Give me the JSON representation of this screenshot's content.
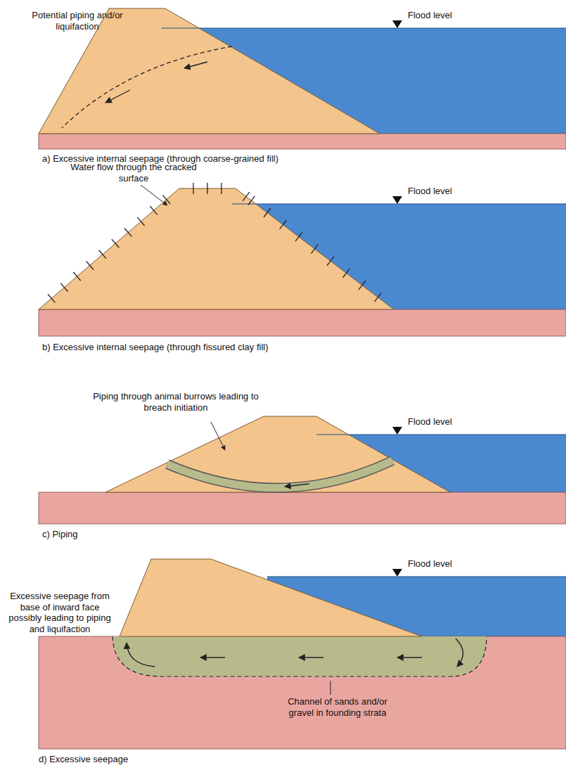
{
  "diagram": {
    "labels": [
      "Potential piping and/or liquifaction",
      "Flood level",
      "a) Excessive internal seepage (through coarse-grained fill)",
      "Water flow through the cracked surface",
      "Flood level",
      "b) Excessive internal seepage (through fissured clay fill)",
      "Piping through animal burrows leading to breach initiation",
      "Flood level",
      "c) Piping",
      "Excessive seepage from base of inward face possibly leading to piping and liquifaction",
      "Flood level",
      "Channel of sands and/or gravel in founding strata",
      "d) Excessive seepage"
    ]
  }
}
